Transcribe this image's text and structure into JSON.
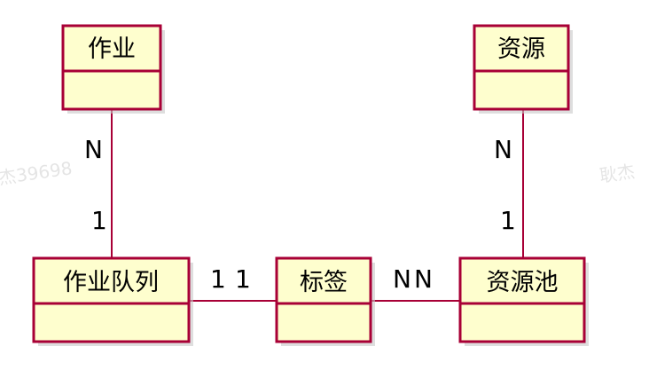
{
  "classes": {
    "job": {
      "name": "作业"
    },
    "resource": {
      "name": "资源"
    },
    "job_queue": {
      "name": "作业队列"
    },
    "tag": {
      "name": "标签"
    },
    "resource_pool": {
      "name": "资源池"
    }
  },
  "relations": {
    "job_to_queue": {
      "from_mult": "N",
      "to_mult": "1"
    },
    "resource_to_pool": {
      "from_mult": "N",
      "to_mult": "1"
    },
    "queue_to_tag": {
      "from_mult": "1",
      "to_mult": "1"
    },
    "tag_to_pool": {
      "from_mult": "N",
      "to_mult": "N"
    }
  },
  "watermarks": {
    "left": "杰39698",
    "right": "耿杰"
  },
  "colors": {
    "box_fill": "#FEFECE",
    "border": "#A80036",
    "line": "#A80036"
  }
}
